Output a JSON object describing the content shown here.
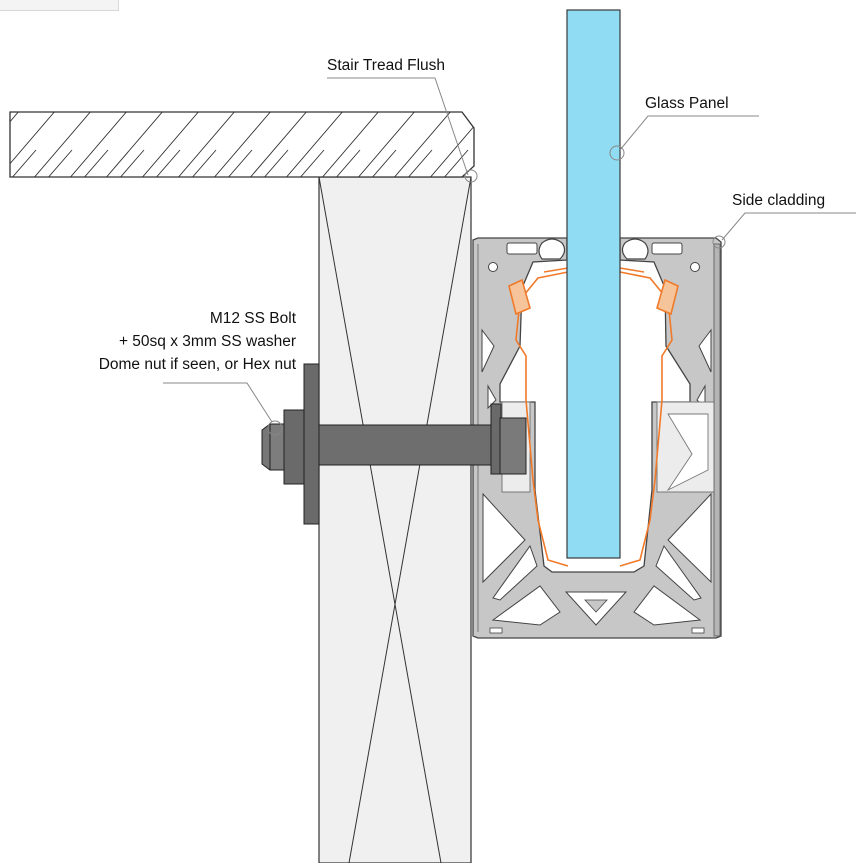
{
  "labels": {
    "stair_tread": "Stair Tread Flush",
    "glass_panel": "Glass Panel",
    "side_cladding": "Side cladding",
    "bolt_line1": "M12 SS Bolt",
    "bolt_line2": "+ 50sq x 3mm SS washer",
    "bolt_line3": "Dome nut if seen, or Hex nut"
  },
  "colors": {
    "glass": "#8fdcf3",
    "aluminium": "#c7c7c7",
    "aluminium_dark": "#9a9a9a",
    "gasket": "#f07a2a",
    "bolt": "#6e6e6e",
    "timber": "#f0f0f0",
    "leader": "#888888"
  }
}
